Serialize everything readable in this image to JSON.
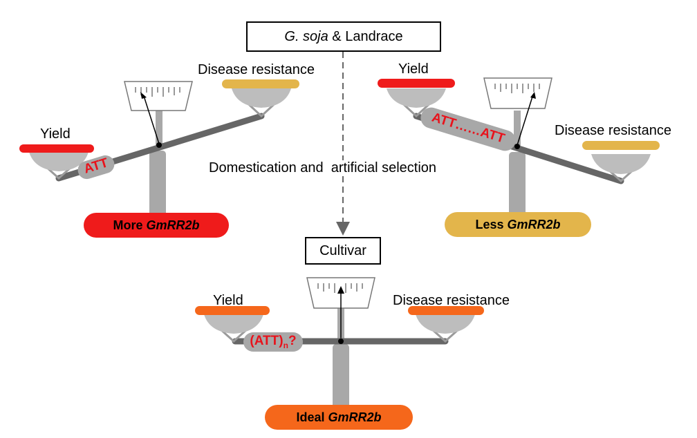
{
  "top_box": {
    "italic": "G. soja",
    "rest": " & Landrace"
  },
  "middle_label": "Domestication and  artificial selection",
  "bottom_box": "Cultivar",
  "left_scale": {
    "left_label": "Yield",
    "right_label": "Disease resistance",
    "tag": "ATT",
    "pill_prefix": "More ",
    "pill_gene": "GmRR2b"
  },
  "right_scale": {
    "left_label": "Yield",
    "right_label": "Disease resistance",
    "tag": "ATT……ATT",
    "pill_prefix": "Less ",
    "pill_gene": "GmRR2b"
  },
  "bottom_scale": {
    "left_label": "Yield",
    "right_label": "Disease resistance",
    "tag_main": "(ATT)",
    "tag_sub": "n",
    "tag_end": "?",
    "pill_prefix": "Ideal ",
    "pill_gene": "GmRR2b"
  },
  "colors": {
    "red": "#ef1b1b",
    "gold": "#e3b54b",
    "orange": "#f5671b",
    "beam": "#666666",
    "post": "#a8a8a8",
    "pan": "#bdbdbd"
  }
}
